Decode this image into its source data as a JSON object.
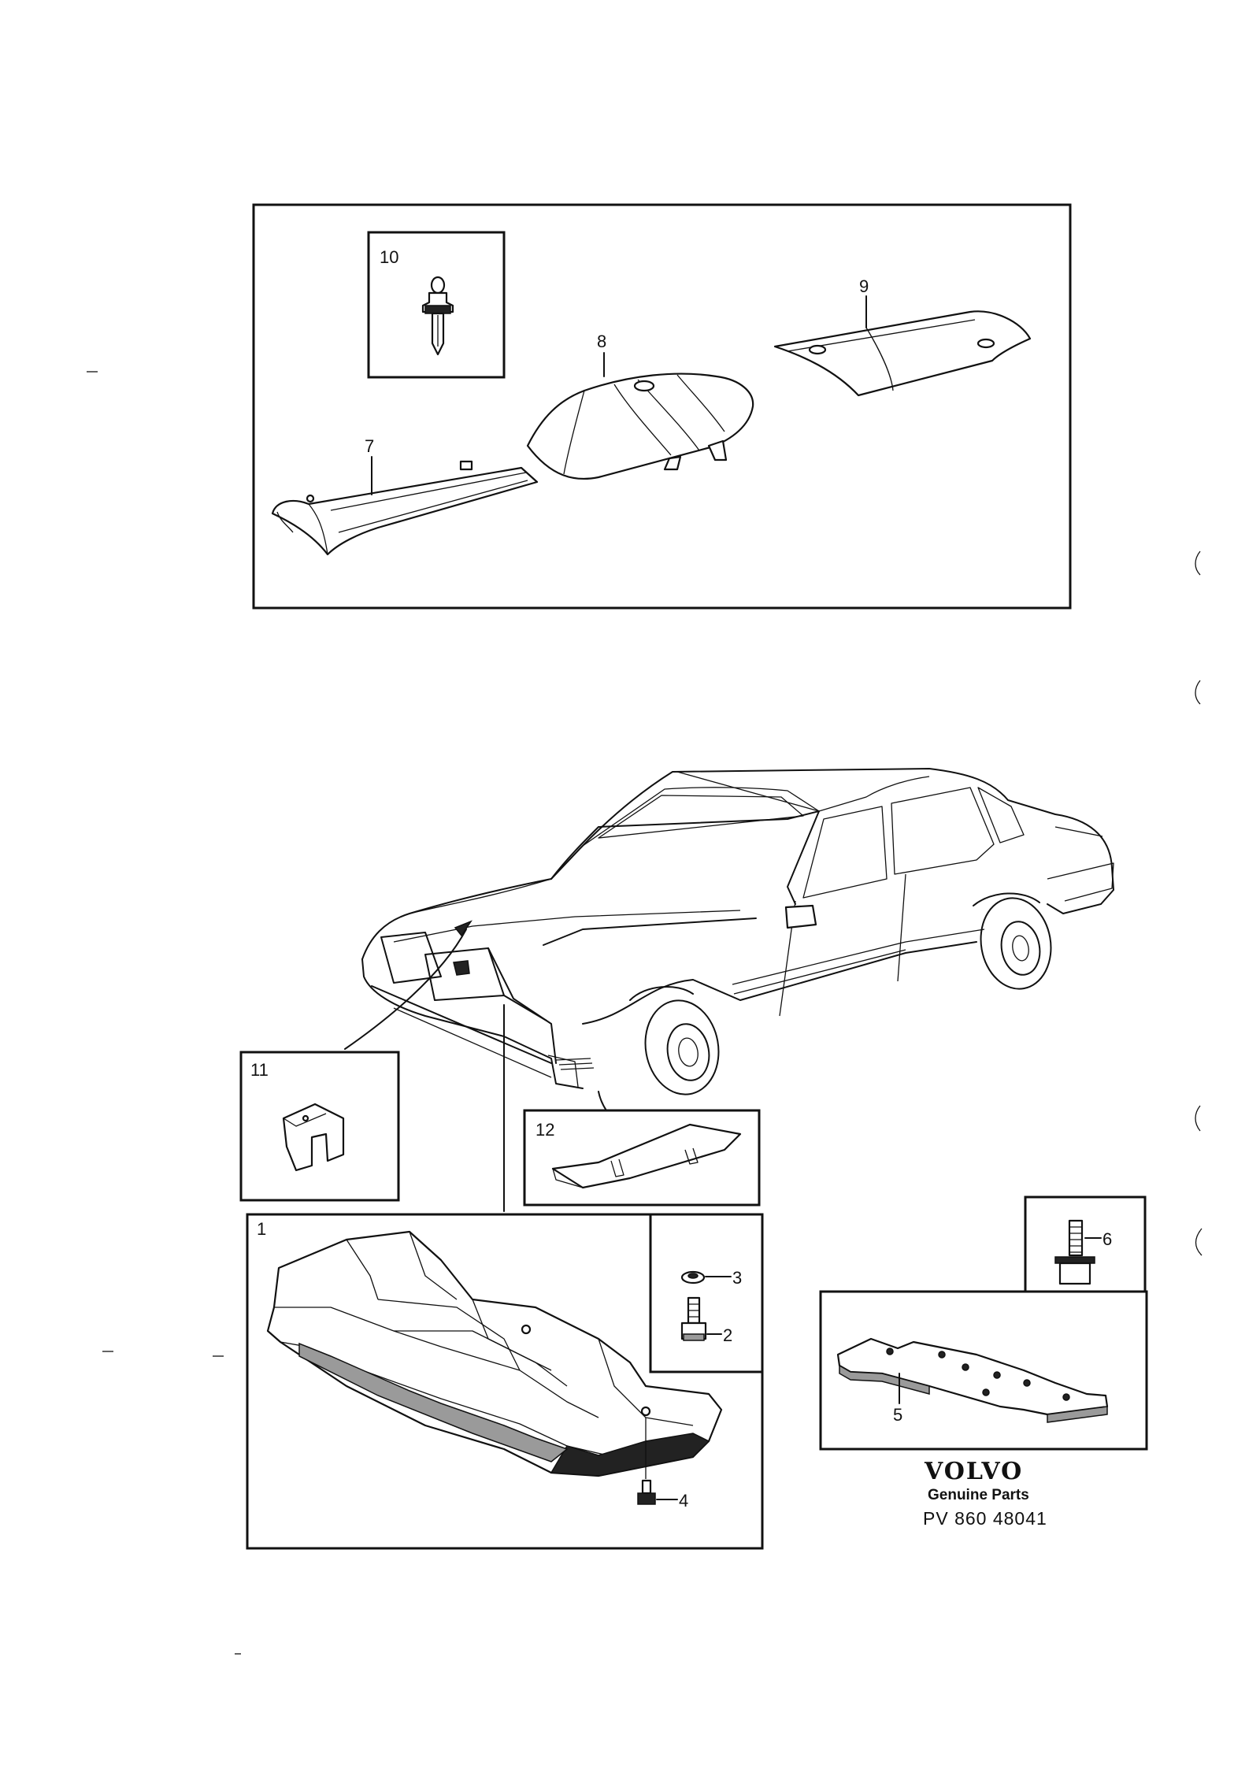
{
  "callouts": {
    "c1": "1",
    "c2": "2",
    "c3": "3",
    "c4": "4",
    "c5": "5",
    "c6": "6",
    "c7": "7",
    "c8": "8",
    "c9": "9",
    "c10": "10",
    "c11": "11",
    "c12": "12"
  },
  "footer": {
    "brand": "VOLVO",
    "subtitle": "Genuine Parts",
    "code": "PV 860 48041"
  }
}
